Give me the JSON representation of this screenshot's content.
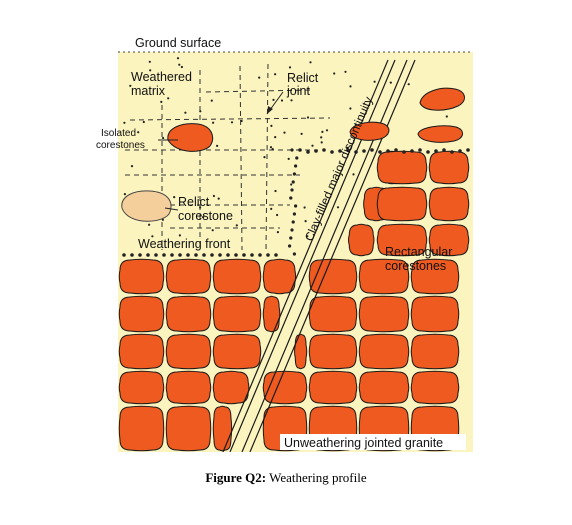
{
  "figure": {
    "labels": {
      "ground_surface": "Ground surface",
      "weathered_matrix_line1": "Weathered",
      "weathered_matrix_line2": "matrix",
      "relict_joint_line1": "Relict",
      "relict_joint_line2": "joint",
      "isolated_corestones_line1": "Isolated",
      "isolated_corestones_line2": "corestones",
      "relict_corestone_line1": "Relict",
      "relict_corestone_line2": "corestone",
      "weathering_front": "Weathering front",
      "clay_filled_discontinuity": "Clay-filled major discontinuity",
      "rectangular_corestones_line1": "Rectangular",
      "rectangular_corestones_line2": "corestones",
      "unweathering_jointed_granite": "Unweathering jointed granite"
    },
    "caption": {
      "label": "Figure Q2:",
      "text": "Weathering profile"
    },
    "colors": {
      "weathered_matrix": "#fbf4bf",
      "corestone": "#ee5a20",
      "relict_corestone": "#f5cf9b",
      "joint_line": "#1a1a1a"
    }
  }
}
